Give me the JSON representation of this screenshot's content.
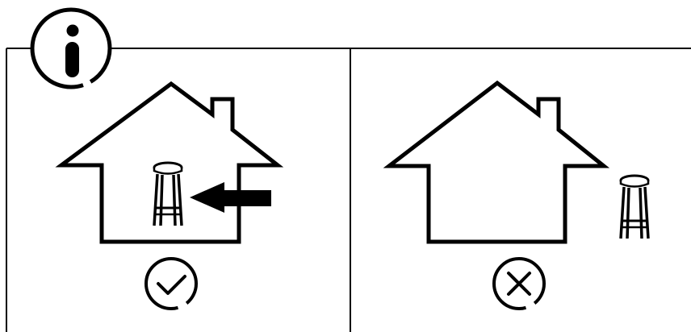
{
  "figure": {
    "info_badge_icon": "info-icon",
    "panels": [
      {
        "id": "correct",
        "scene": "stool-inside-house",
        "arrow_icon": "arrow-left-icon",
        "verdict_icon": "checkmark-circle-icon",
        "verdict": "allowed"
      },
      {
        "id": "incorrect",
        "scene": "stool-outside-house",
        "verdict_icon": "x-circle-icon",
        "verdict": "not-allowed"
      }
    ],
    "colors": {
      "stroke": "#000000",
      "background": "#ffffff"
    }
  }
}
